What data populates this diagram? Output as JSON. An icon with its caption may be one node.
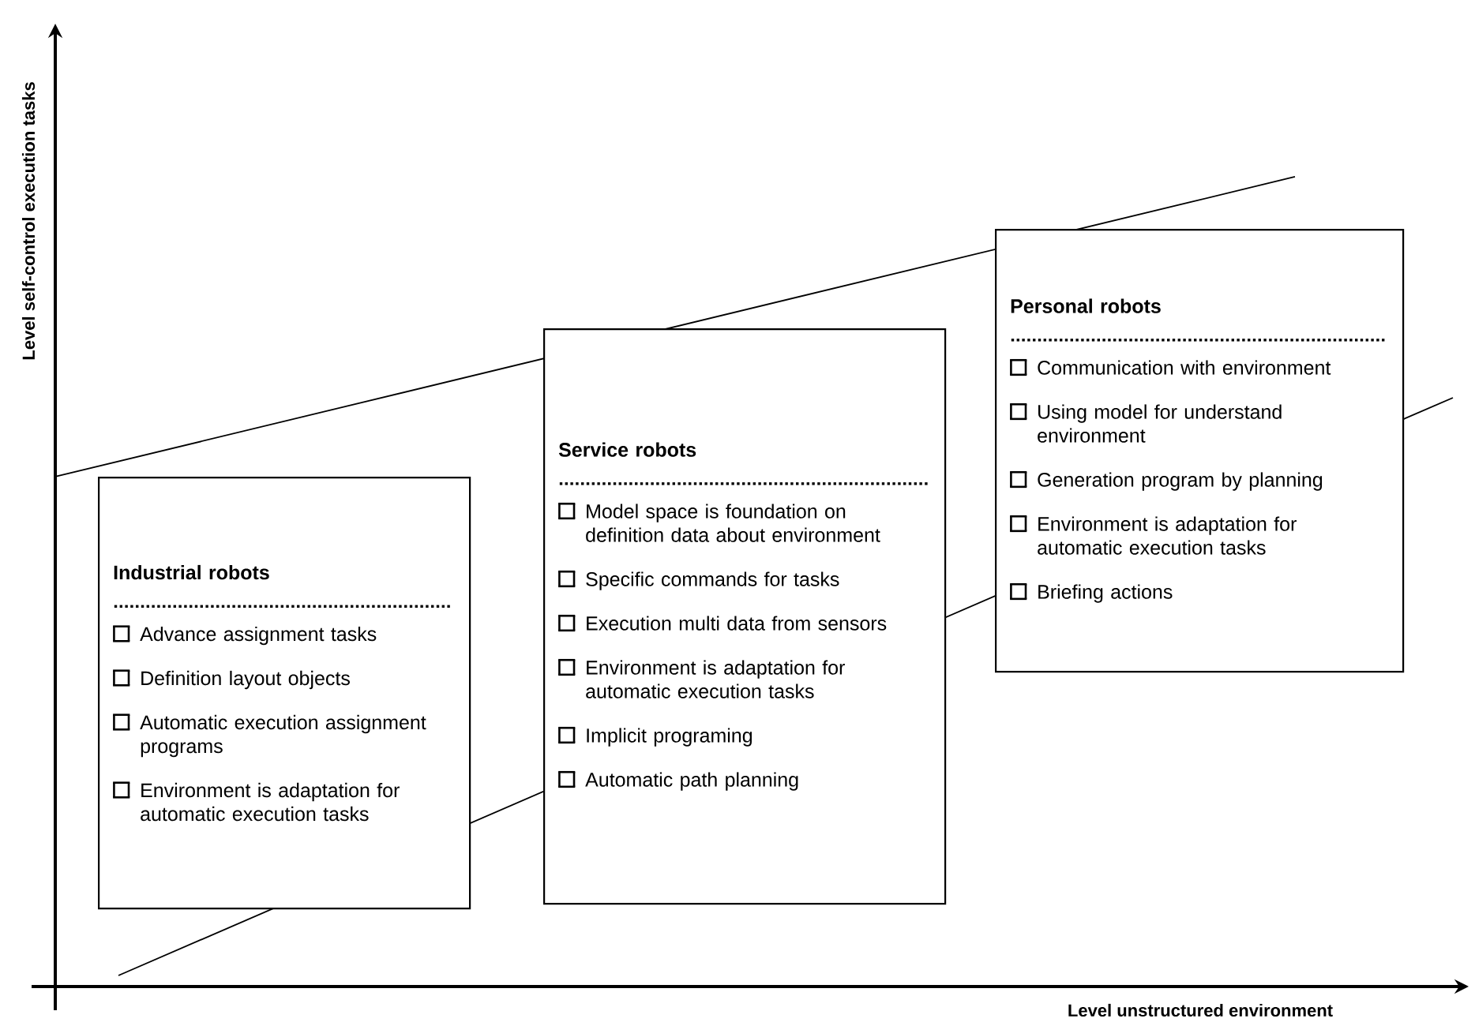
{
  "diagram": {
    "nodes": [
      {
        "text": [
          "Industrial robots",
          "Advance assignment tasks",
          "Definition layout objects",
          "Automatic execution assignment programs",
          "Environment is adaptation for automatic execution tasks"
        ]
      },
      {
        "text": [
          "Service robots",
          "Model space is foundation on definition data about environment",
          "Specific commands for tasks",
          "Execution multi data from sensors",
          "Environment is adaptation for automatic execution tasks",
          "Implicit programing",
          "Automatic path planning"
        ]
      },
      {
        "text": [
          "Personal robots",
          "Communication with environment",
          "Using model for understand environment",
          "Generation program by planning",
          "Environment is adaptation for automatic execution tasks",
          "Briefing actions"
        ]
      }
    ],
    "edges": [],
    "labels": [
      "Level self-control execution tasks",
      "Level unstructured environment"
    ]
  }
}
